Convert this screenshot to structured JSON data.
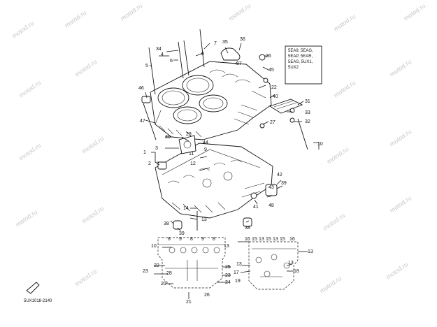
{
  "watermark": "motod.ru",
  "diagram_code": "5UX1018-2140",
  "model_note": [
    "5EA9, 5EAG,",
    "5EAP, 5EAR,",
    "5EAS, 5UX1,",
    "5UX2"
  ],
  "callouts": {
    "c1": "1",
    "c2": "2",
    "c3": "3",
    "c4": "4",
    "c5": "5",
    "c6": "6",
    "c7": "7",
    "c8": "8",
    "c10": "10",
    "c11": "11",
    "c12": "12",
    "c13": "13",
    "c14": "14",
    "c15": "15",
    "c16": "16",
    "c17": "17",
    "c18": "18",
    "c19": "19",
    "c20": "20",
    "c21": "21",
    "c22": "22",
    "c23": "23",
    "c24": "24",
    "c25": "25",
    "c26": "26",
    "c27": "27",
    "c28": "28",
    "c29": "29",
    "c30": "30",
    "c31": "31",
    "c32": "32",
    "c33": "33",
    "c34": "34",
    "c35": "35",
    "c36": "36",
    "c37": "37",
    "c38": "38",
    "c39": "39",
    "c40": "40",
    "c41": "41",
    "c42": "42",
    "c43": "43",
    "c44": "44",
    "c45": "45",
    "c46": "46",
    "c47": "47",
    "c48": "48",
    "c9": "9"
  }
}
